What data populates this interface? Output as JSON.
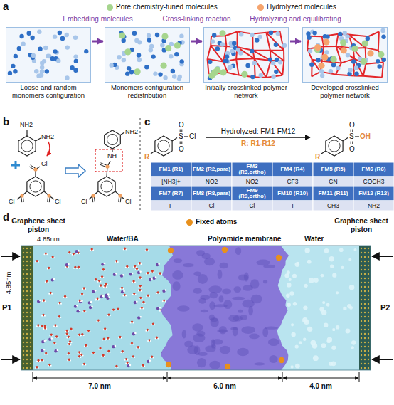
{
  "diagram": {
    "nodes": [
      {
        "text": [
          "Loose and random monomers configuration"
        ]
      },
      {
        "text": [
          "Monomers configuration redistribution"
        ]
      },
      {
        "text": [
          "Initially crosslinked polymer network"
        ]
      },
      {
        "text": [
          "Developed crosslinked polymer network"
        ]
      }
    ],
    "edges": [
      {
        "from": 0,
        "to": 1,
        "arrow": "to",
        "label": "Embedding molecules"
      },
      {
        "from": 1,
        "to": 2,
        "arrow": "to",
        "label": "Cross-linking reaction"
      },
      {
        "from": 2,
        "to": 3,
        "arrow": "to",
        "label": "Hydrolyzing and equilibrating"
      }
    ],
    "labels": [
      "a",
      "b",
      "c",
      "d",
      "NH2",
      "NH2",
      "Cl",
      "Cl",
      "Cl",
      "NH2",
      "NH",
      "Cl",
      "Cl",
      "S",
      "O",
      "O",
      "Cl",
      "R",
      "Hydrolyzed: FM1-FM12",
      "S",
      "O",
      "O",
      "OH",
      "R",
      "R: R1-R12",
      "FM1 (R1)",
      "FM2 (R2,para)",
      "FM3 (R3,ortho)",
      "FM4 (R4)",
      "FM5 (R5)",
      "FM6 (R6)",
      "[NH3]+",
      "NO2",
      "NO2",
      "CF3",
      "CN",
      "COCH3",
      "FM7 (R7)",
      "FM8 (R8,para)",
      "FM9 (R9,ortho)",
      "FM10 (R10)",
      "FM11 (R11)",
      "FM12 (R12)",
      "F",
      "Cl",
      "Cl",
      "I",
      "CH3",
      "NH2",
      "Graphene sheet piston",
      "4.85nm",
      "Water/BA",
      "Polyamide membrane",
      "Water",
      "Graphene sheet piston",
      "P1",
      "4.85nm",
      "P2",
      "7.0 nm",
      "6.0 nm",
      "4.0 nm"
    ],
    "legend": [
      {
        "text": "Pore chemistry-tuned molecules",
        "color": "#a6d58e"
      },
      {
        "text": "Hydrolyzed molecules",
        "color": "#f5a46e"
      },
      {
        "text": "Fixed atoms",
        "color": "#e8901c"
      }
    ]
  }
}
